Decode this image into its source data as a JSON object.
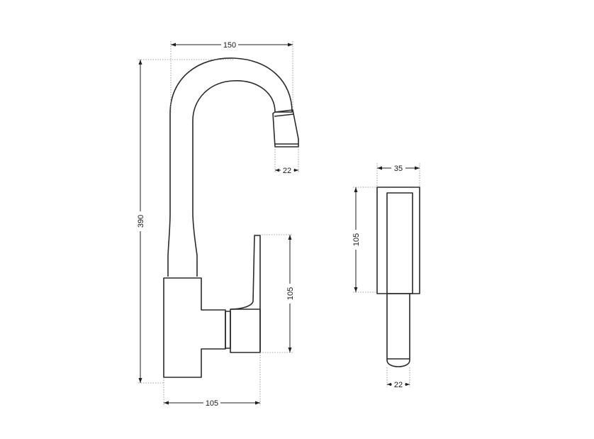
{
  "drawing": {
    "line_color": "#2a2a2a",
    "background": "#ffffff",
    "dimensions": {
      "top_width": "150",
      "total_height": "390",
      "spout_outlet": "22",
      "body_width": "105",
      "handle_height": "105",
      "side_top_width": "35",
      "side_height": "105",
      "side_bottom_width": "22"
    }
  }
}
